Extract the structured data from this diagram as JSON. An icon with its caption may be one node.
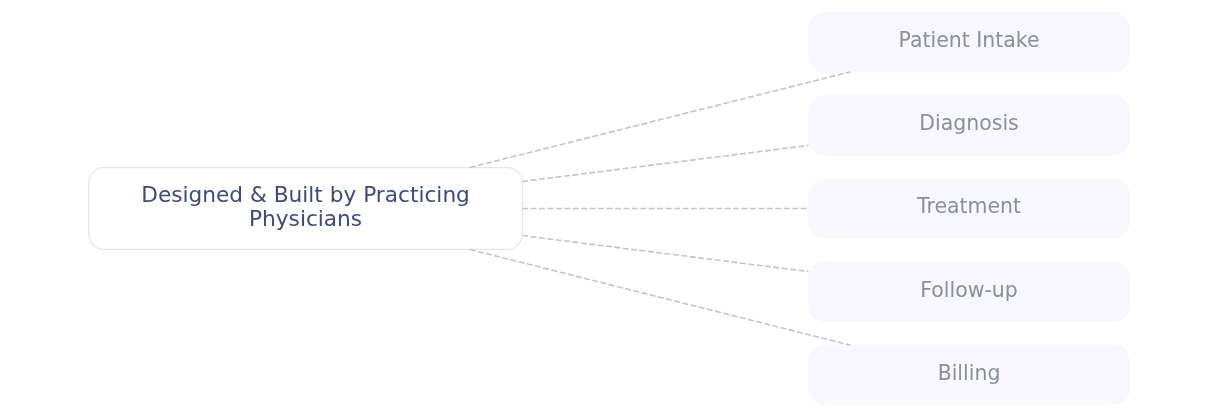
{
  "diagram": {
    "nodes": [
      {
        "text": [
          "Designed & Built by Practicing Physicians"
        ]
      },
      {
        "text": [
          "Patient Intake"
        ]
      },
      {
        "text": [
          "Diagnosis"
        ]
      },
      {
        "text": [
          "Treatment"
        ]
      },
      {
        "text": [
          "Follow-up"
        ]
      },
      {
        "text": [
          "Billing"
        ]
      }
    ],
    "edges": [
      {
        "from": 0,
        "to": 1,
        "arrow": "none",
        "style": "dashed"
      },
      {
        "from": 0,
        "to": 2,
        "arrow": "none",
        "style": "dashed"
      },
      {
        "from": 0,
        "to": 3,
        "arrow": "none",
        "style": "dashed"
      },
      {
        "from": 0,
        "to": 4,
        "arrow": "none",
        "style": "dashed"
      },
      {
        "from": 0,
        "to": 5,
        "arrow": "none",
        "style": "dashed"
      }
    ]
  }
}
